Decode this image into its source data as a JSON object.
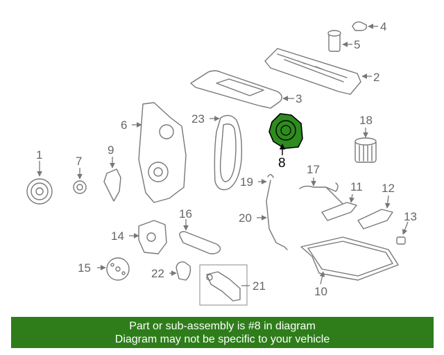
{
  "callouts": {
    "c1": "1",
    "c2": "2",
    "c3": "3",
    "c4": "4",
    "c5": "5",
    "c6": "6",
    "c7": "7",
    "c8": "8",
    "c9": "9",
    "c10": "10",
    "c11": "11",
    "c12": "12",
    "c13": "13",
    "c14": "14",
    "c15": "15",
    "c16": "16",
    "c17": "17",
    "c18": "18",
    "c19": "19",
    "c20": "20",
    "c21": "21",
    "c22": "22",
    "c23": "23"
  },
  "highlight_color": "#2e8b1e",
  "banner": {
    "line1": "Part or sub-assembly is #8 in diagram",
    "line2": "Diagram may not be specific to your vehicle",
    "background": "#2e7d1a"
  }
}
